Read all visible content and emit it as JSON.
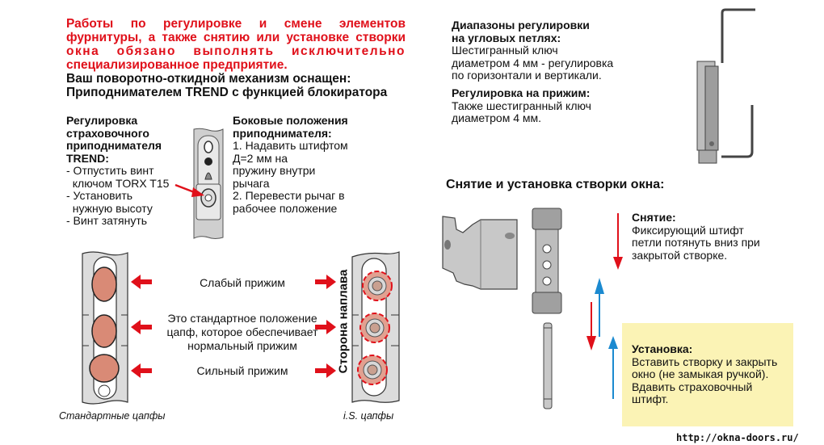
{
  "warning": {
    "lines": [
      "Работы по регулировке и смене элементов",
      "фурнитуры, а также снятию или установке створки",
      "окна обязано выполнять исключительно",
      "специализированное предприятие."
    ]
  },
  "equipment": {
    "lines": [
      "Ваш поворотно-откидной механизм оснащен:",
      "Приподнимателем TREND с функцией блокиратора"
    ]
  },
  "trend_adjust": {
    "heading": [
      "Регулировка",
      "страховочного",
      "приподнимателя",
      "TREND:"
    ],
    "steps": [
      "- Отпустить винт",
      "  ключом TORX T15",
      "- Установить",
      "  нужную высоту",
      "- Винт затянуть"
    ]
  },
  "side_positions": {
    "heading": [
      "Боковые положения",
      "приподнимателя:"
    ],
    "steps": [
      "1. Надавить штифтом",
      "Д=2 мм на",
      "пружину внутри",
      "рычага",
      "2. Перевести рычаг в",
      "рабочее положение"
    ]
  },
  "corner_hinges": {
    "heading": [
      "Диапазоны регулировки",
      "на угловых петлях:"
    ],
    "text": [
      "Шестигранный ключ",
      "диаметром 4 мм - регулировка",
      "по горизонтали и вертикали."
    ]
  },
  "clamp_adjust": {
    "heading": "Регулировка на прижим:",
    "text": [
      "Также шестигранный ключ",
      "диаметром 4 мм."
    ]
  },
  "cams": {
    "weak": "Слабый прижим",
    "standard": [
      "Это стандартное положение",
      "цапф, которое обеспечивает",
      "нормальный прижим"
    ],
    "strong": "Сильный прижим",
    "overlap_side": "Сторона наплава",
    "caption_standard": "Стандартные цапфы",
    "caption_is": "i.S. цапфы"
  },
  "removal_section": {
    "title": "Снятие и установка створки окна:",
    "removal": {
      "heading": "Снятие:",
      "text": [
        "Фиксирующий штифт",
        "петли потянуть вниз при",
        "закрытой створке."
      ]
    },
    "install": {
      "heading": "Установка:",
      "text": [
        "Вставить створку и закрыть",
        "окно (не замыкая ручкой).",
        "Вдавить страховочный",
        "штифт."
      ]
    }
  },
  "footer": {
    "url": "http://okna-doors.ru/"
  },
  "colors": {
    "red": "#e0101a",
    "blue": "#1b8ad0",
    "yellow_box": "#fbf3b5",
    "cam": "#d98a76",
    "metal": "#cfcfcf"
  }
}
